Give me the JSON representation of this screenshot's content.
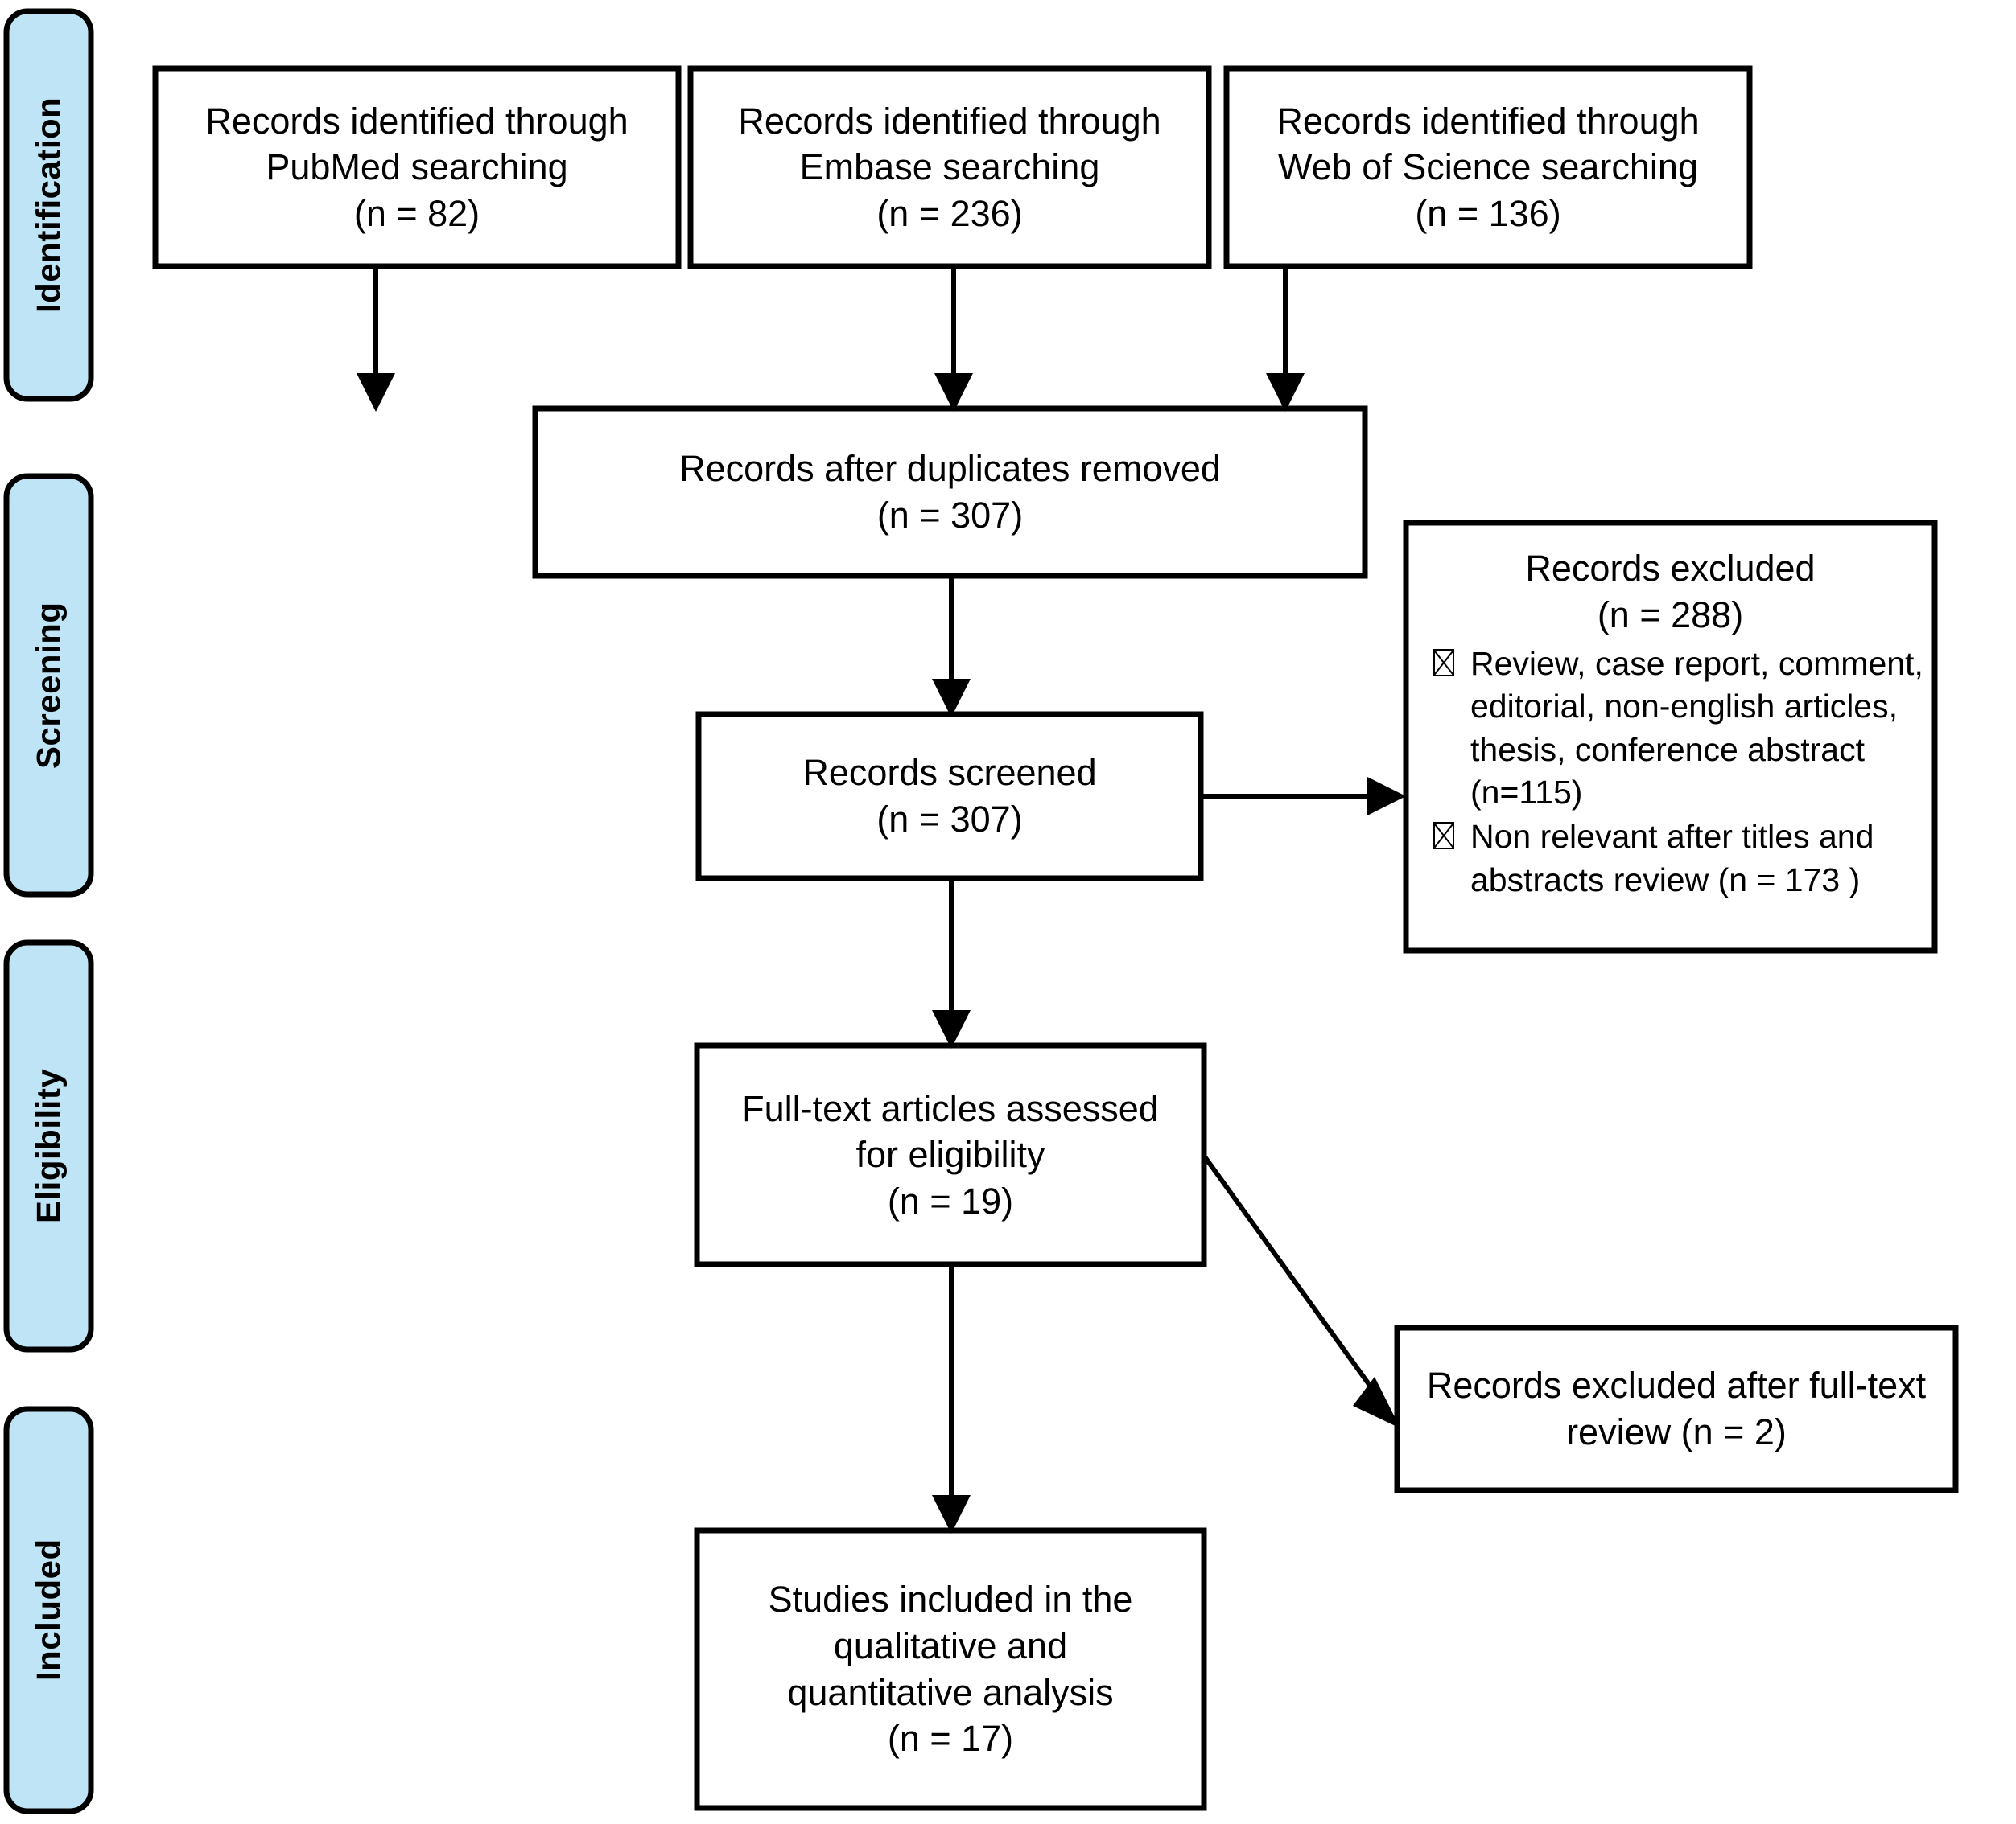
{
  "diagram": {
    "title": "PRISMA flow diagram",
    "type": "flowchart",
    "accent_color": "#bfe4f5",
    "line_color": "#000000",
    "background_color": "#ffffff"
  },
  "stages": [
    {
      "id": "identification",
      "label": "Identification"
    },
    {
      "id": "screening",
      "label": "Screening"
    },
    {
      "id": "eligibility",
      "label": "Eligibility"
    },
    {
      "id": "included",
      "label": "Included"
    }
  ],
  "nodes": {
    "pubmed": {
      "line1": "Records identified through",
      "line2": "PubMed searching",
      "line3": "(n = 82)"
    },
    "embase": {
      "line1": "Records identified through",
      "line2": "Embase searching",
      "line3": "(n = 236)"
    },
    "wos": {
      "line1": "Records identified through",
      "line2": "Web of Science searching",
      "line3": "(n = 136)"
    },
    "duplicates_removed": {
      "line1": "Records after duplicates removed",
      "line2": "(n = 307)"
    },
    "records_screened": {
      "line1": "Records screened",
      "line2": "(n = 307)"
    },
    "records_excluded": {
      "line1": "Records excluded",
      "line2": "(n = 288)",
      "bullets": [
        "Review, case report, comment, editorial, non-english articles, thesis, conference abstract (n=115)",
        "Non relevant after titles and abstracts review (n = 173 )"
      ]
    },
    "fulltext_assessed": {
      "line1": "Full-text articles assessed",
      "line2": "for eligibility",
      "line3": "(n = 19)"
    },
    "fulltext_excluded": {
      "line1": "Records excluded after full-text",
      "line2": "review (n = 2)"
    },
    "studies_included": {
      "line1": "Studies included in the",
      "line2": "qualitative and",
      "line3": "quantitative analysis",
      "line4": "(n = 17)"
    }
  },
  "counts": {
    "pubmed": 82,
    "embase": 236,
    "web_of_science": 136,
    "after_duplicates": 307,
    "screened": 307,
    "excluded_screening": 288,
    "excluded_type": 115,
    "excluded_non_relevant": 173,
    "fulltext_assessed": 19,
    "fulltext_excluded": 2,
    "included": 17
  }
}
